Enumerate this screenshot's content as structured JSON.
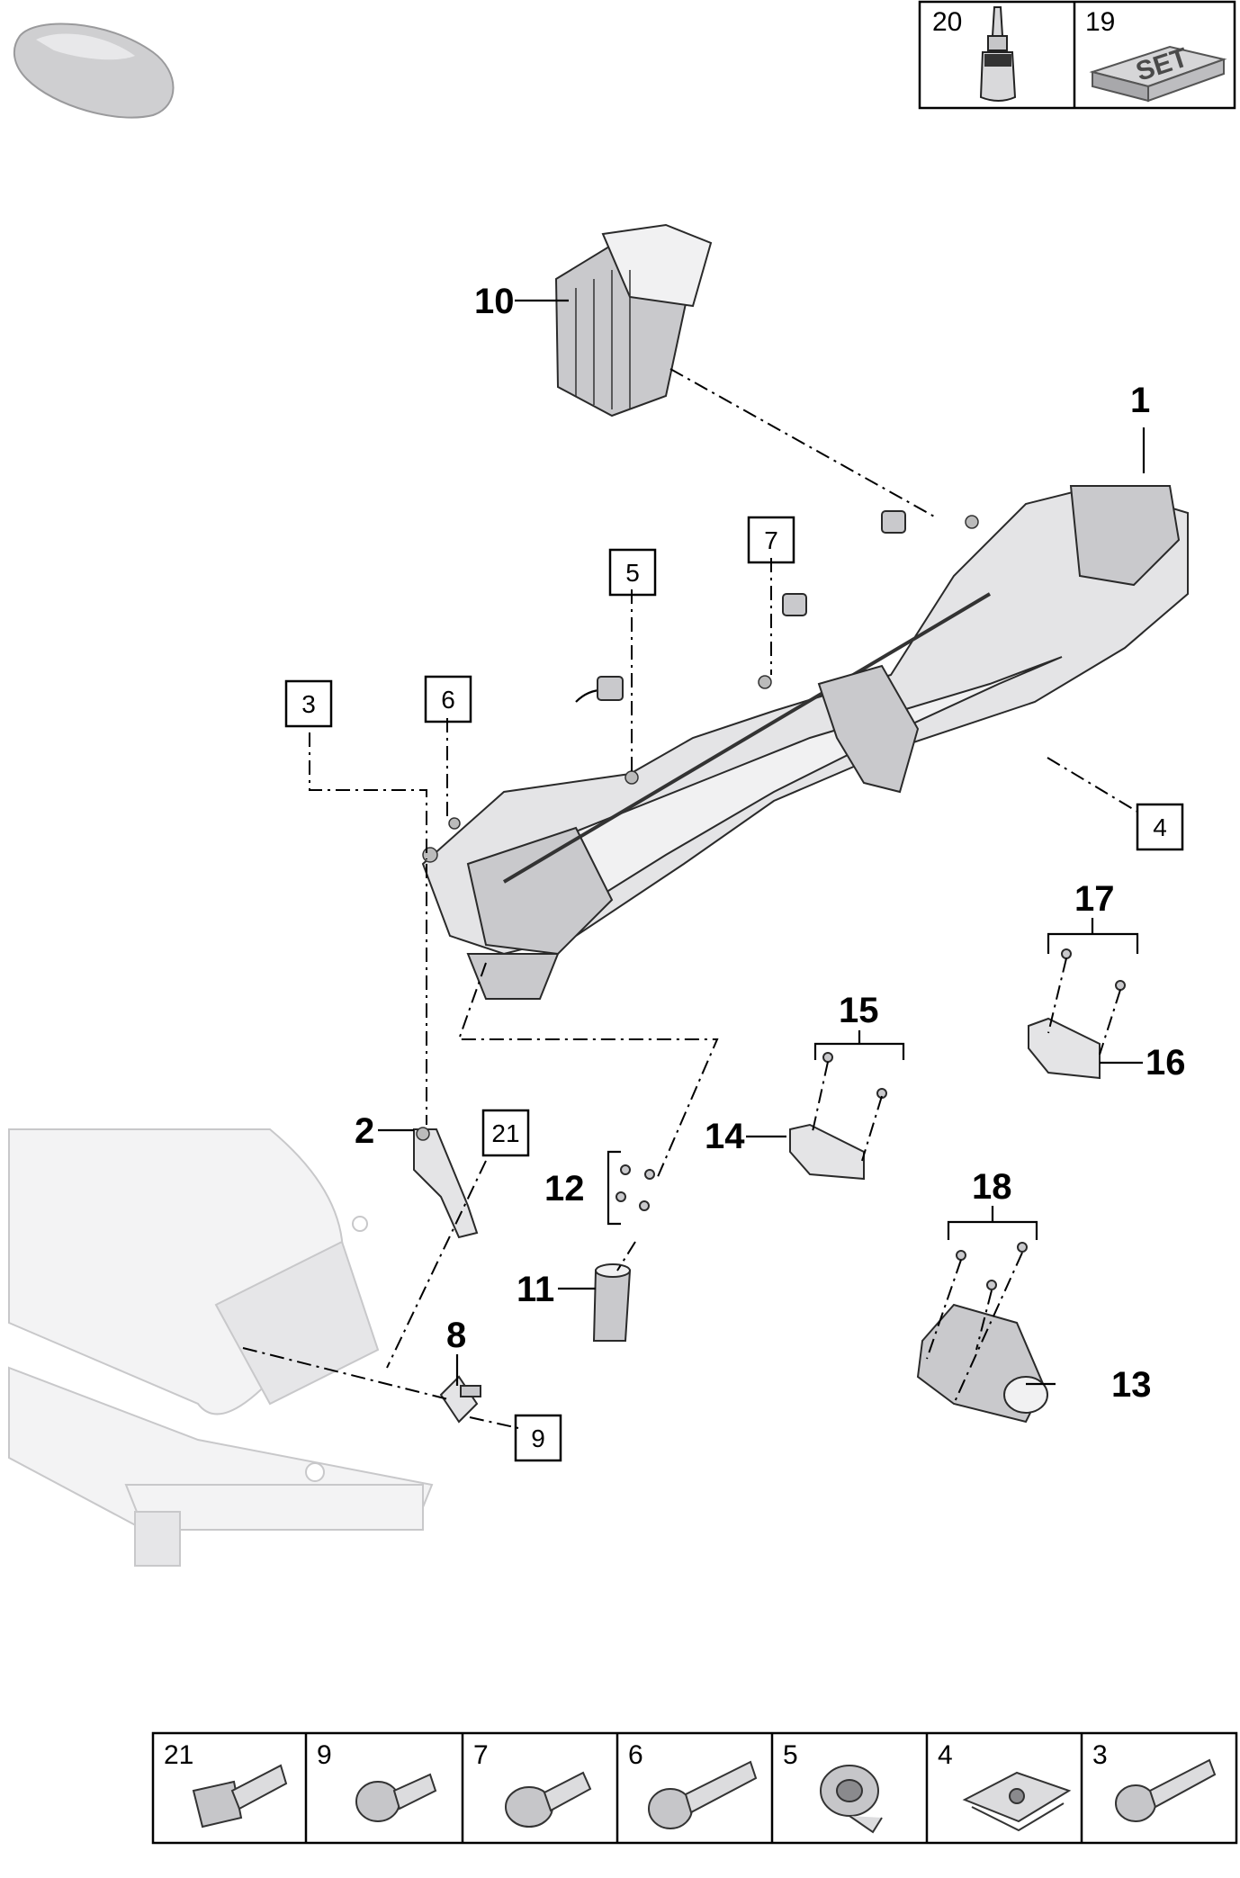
{
  "kit_box": [
    {
      "number": "20",
      "icon": "adhesive-bottle-icon"
    },
    {
      "number": "19",
      "icon": "repair-set-icon",
      "label": "SET"
    }
  ],
  "callouts": {
    "c1": "1",
    "c2": "2",
    "c8": "8",
    "c10": "10",
    "c11": "11",
    "c12": "12",
    "c13": "13",
    "c14": "14",
    "c15": "15",
    "c16": "16",
    "c17": "17",
    "c18": "18"
  },
  "boxed_refs": {
    "b3": "3",
    "b4": "4",
    "b5": "5",
    "b6": "6",
    "b7": "7",
    "b9": "9",
    "b21": "21"
  },
  "fastener_legend": [
    {
      "number": "21",
      "icon": "hex-flange-bolt-icon"
    },
    {
      "number": "9",
      "icon": "torx-flange-screw-icon"
    },
    {
      "number": "7",
      "icon": "torx-shoulder-screw-icon"
    },
    {
      "number": "6",
      "icon": "torx-long-bolt-icon"
    },
    {
      "number": "5",
      "icon": "torx-nut-insert-icon"
    },
    {
      "number": "4",
      "icon": "spring-clip-nut-icon"
    },
    {
      "number": "3",
      "icon": "torx-step-bolt-icon"
    }
  ],
  "colors": {
    "line": "#000000",
    "part": "#e4e4e6",
    "ghost": "#f3f3f4"
  }
}
